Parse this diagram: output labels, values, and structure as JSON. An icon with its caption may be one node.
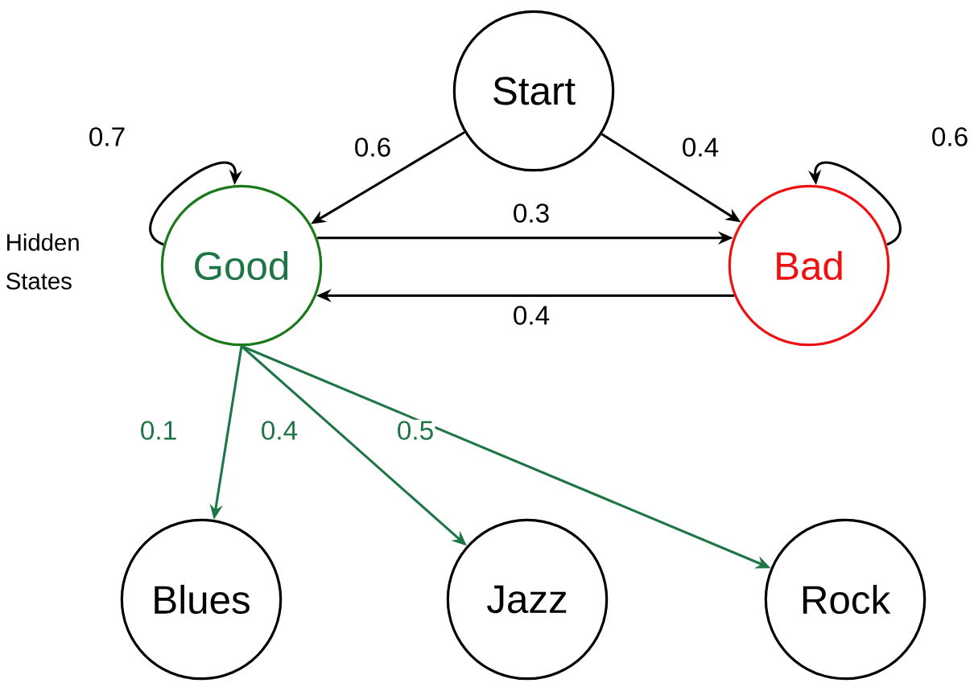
{
  "diagram": {
    "nodes": [
      {
        "text": [
          "Start"
        ]
      },
      {
        "text": [
          "Good"
        ]
      },
      {
        "text": [
          "Bad"
        ]
      },
      {
        "text": [
          "Blues"
        ]
      },
      {
        "text": [
          "Jazz"
        ]
      },
      {
        "text": [
          "Rock"
        ]
      }
    ],
    "edges": [
      {
        "from": 0,
        "to": 1,
        "arrow": "to",
        "label": "0.6"
      },
      {
        "from": 0,
        "to": 2,
        "arrow": "to",
        "label": "0.4"
      },
      {
        "from": 1,
        "to": 1,
        "arrow": "to",
        "label": "0.7"
      },
      {
        "from": 2,
        "to": 2,
        "arrow": "to",
        "label": "0.6"
      },
      {
        "from": 1,
        "to": 2,
        "arrow": "to",
        "label": "0.3"
      },
      {
        "from": 2,
        "to": 1,
        "arrow": "to",
        "label": "0.4"
      },
      {
        "from": 1,
        "to": 3,
        "arrow": "to",
        "label": "0.1",
        "color": "#1e7546"
      },
      {
        "from": 1,
        "to": 4,
        "arrow": "to",
        "label": "0.4",
        "color": "#1e7546"
      },
      {
        "from": 1,
        "to": 5,
        "arrow": "to",
        "label": "0.5",
        "color": "#1e7546"
      }
    ],
    "labels": [
      "Hidden States"
    ]
  }
}
